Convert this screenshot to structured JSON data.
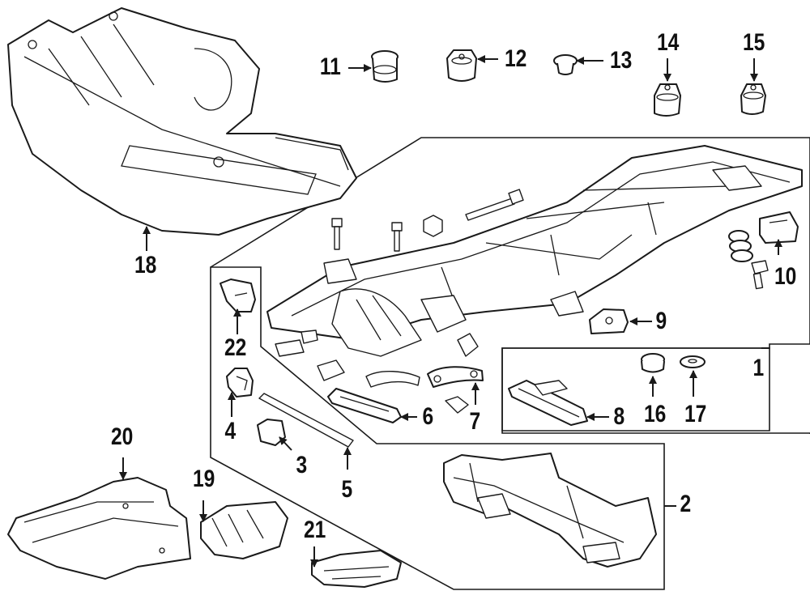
{
  "diagram": {
    "callouts": [
      {
        "id": "1",
        "label": "1"
      },
      {
        "id": "2",
        "label": "2"
      },
      {
        "id": "3",
        "label": "3"
      },
      {
        "id": "4",
        "label": "4"
      },
      {
        "id": "5",
        "label": "5"
      },
      {
        "id": "6",
        "label": "6"
      },
      {
        "id": "7",
        "label": "7"
      },
      {
        "id": "8",
        "label": "8"
      },
      {
        "id": "9",
        "label": "9"
      },
      {
        "id": "10",
        "label": "10"
      },
      {
        "id": "11",
        "label": "11"
      },
      {
        "id": "12",
        "label": "12"
      },
      {
        "id": "13",
        "label": "13"
      },
      {
        "id": "14",
        "label": "14"
      },
      {
        "id": "15",
        "label": "15"
      },
      {
        "id": "16",
        "label": "16"
      },
      {
        "id": "17",
        "label": "17"
      },
      {
        "id": "18",
        "label": "18"
      },
      {
        "id": "19",
        "label": "19"
      },
      {
        "id": "20",
        "label": "20"
      },
      {
        "id": "21",
        "label": "21"
      },
      {
        "id": "22",
        "label": "22"
      }
    ],
    "colors": {
      "line": "#1a1a1a",
      "background": "#ffffff",
      "text": "#111111"
    }
  }
}
